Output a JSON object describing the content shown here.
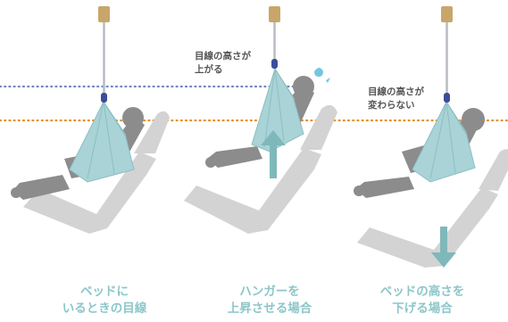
{
  "colors": {
    "gaze_line_initial": "#e8902a",
    "gaze_line_raised": "#6f86c0",
    "sling": "#a9d3d6",
    "sling_edge": "#8cbfc2",
    "hanger_cap": "#c8a66a",
    "hanger_rod": "#b8bcc2",
    "hook": "#3b4c9a",
    "bed": "#d3d3d3",
    "body": "#8c8c8c",
    "arrow": "#7fb8bb",
    "sweat": "#74c6e0",
    "caption": "#8dc6c9"
  },
  "annotations": {
    "raised": [
      "目線の高さが",
      "上がる"
    ],
    "unchanged": [
      "目線の高さが",
      "変わらない"
    ]
  },
  "captions": [
    [
      "ベッドに",
      "いるときの目線"
    ],
    [
      "ハンガーを",
      "上昇させる場合"
    ],
    [
      "ベッドの高さを",
      "下げる場合"
    ]
  ],
  "icons": {
    "up_arrow": "arrow-up-icon",
    "down_arrow": "arrow-down-icon",
    "sweat": "sweat-drop-icon"
  }
}
